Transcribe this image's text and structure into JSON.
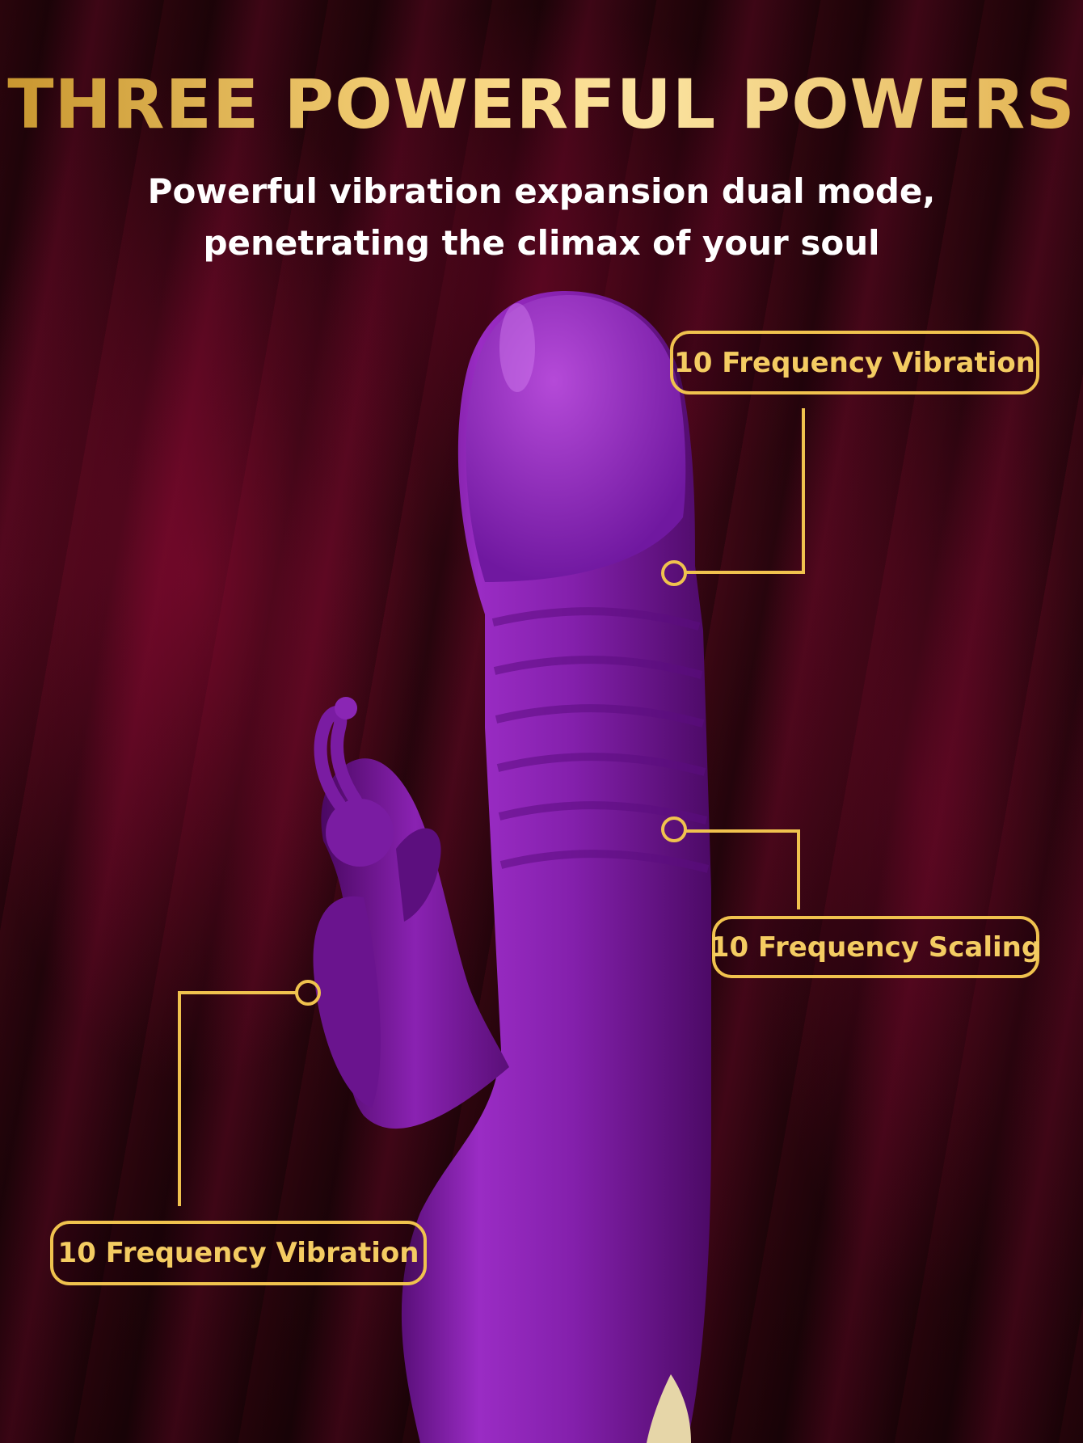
{
  "header": {
    "title": "THREE POWERFUL POWERS",
    "subtitle_line1": "Powerful vibration expansion dual mode,",
    "subtitle_line2": "penetrating the climax of your soul"
  },
  "callouts": [
    {
      "label": "10 Frequency Vibration"
    },
    {
      "label": "10 Frequency Scaling"
    },
    {
      "label": "10 Frequency Vibration"
    }
  ],
  "colors": {
    "accent_gold": "#f0c24e",
    "product_purple": "#8a1fb0",
    "background": "#2a050c"
  }
}
